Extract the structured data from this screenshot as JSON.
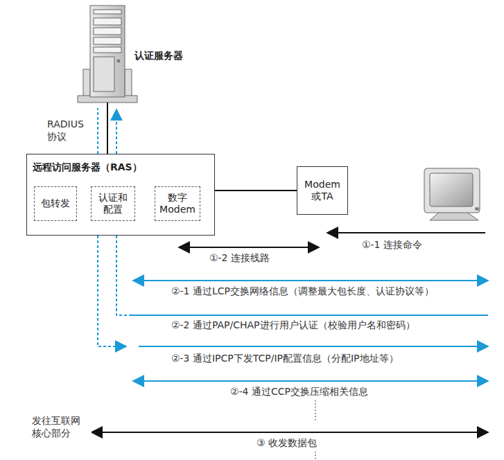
{
  "diagram": {
    "nodes": [
      {
        "text": [
          "认证服务器"
        ]
      },
      {
        "text": [
          "远程访问服务器（RAS）"
        ]
      },
      {
        "text": [
          "包转发"
        ],
        "in": 1
      },
      {
        "text": [
          "认证和 配置"
        ],
        "in": 1
      },
      {
        "text": [
          "数字 Modem"
        ],
        "in": 1
      },
      {
        "text": [
          "Modem 或TA"
        ]
      }
    ],
    "edges": [
      {
        "from": 1,
        "to": 0,
        "arrow": "none",
        "label": "RADIUS 协议"
      },
      {
        "from": 1,
        "to": 5,
        "arrow": "none"
      }
    ],
    "labels": [
      "①-1 连接命令",
      "①-2 连接线路",
      "②-1 通过LCP交换网络信息（调整最大包长度、认证协议等）",
      "②-2 通过PAP/CHAP进行用户认证（校验用户名和密码）",
      "②-3 通过IPCP下发TCP/IP配置信息（分配IP地址等）",
      "②-4 通过CCP交换压缩相关信息",
      "发往互联网 核心部分",
      "③ 收发数据包"
    ]
  }
}
